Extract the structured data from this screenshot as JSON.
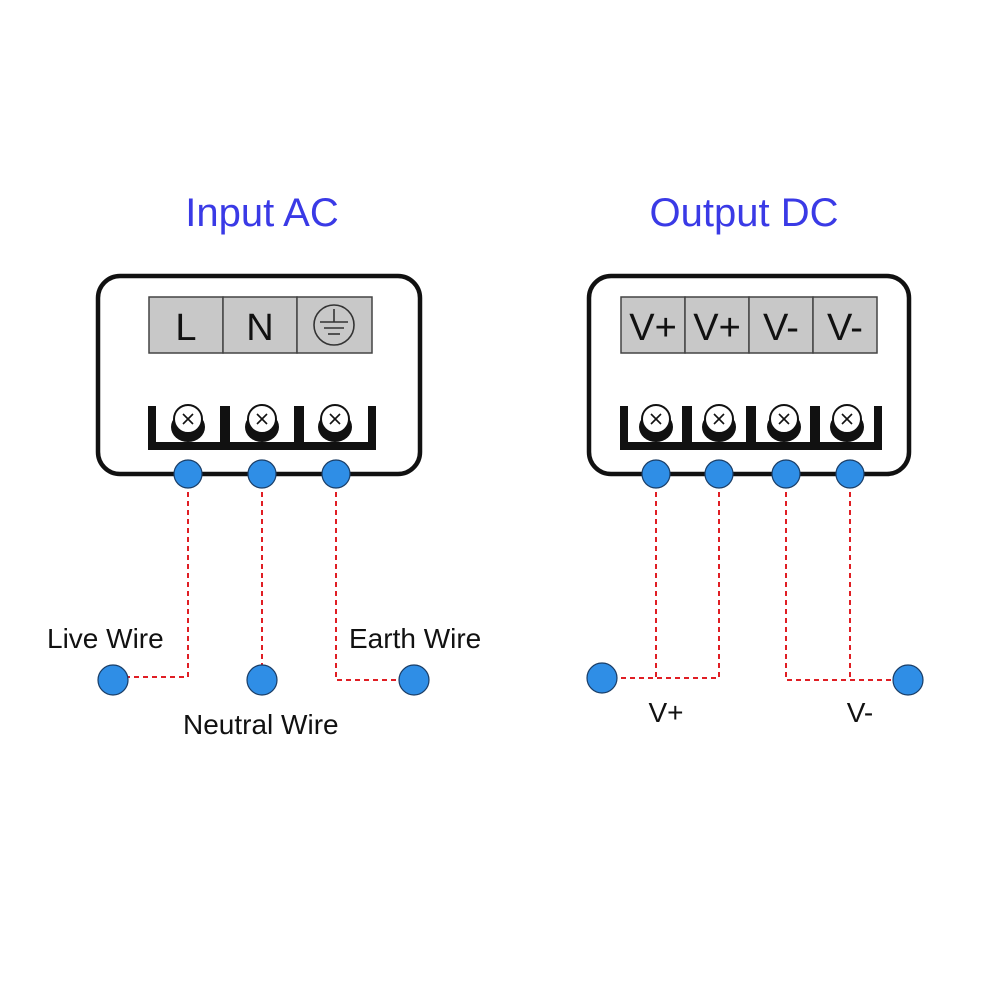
{
  "input": {
    "title": "Input AC",
    "terminals": [
      "L",
      "N",
      "earth-symbol-icon"
    ],
    "wires": {
      "live": "Live Wire",
      "neutral": "Neutral Wire",
      "earth": "Earth Wire"
    }
  },
  "output": {
    "title": "Output DC",
    "terminals": [
      "V+",
      "V+",
      "V-",
      "V-"
    ],
    "wires": {
      "positive": "V+",
      "negative": "V-"
    }
  },
  "colors": {
    "title": "#3a3ae6",
    "node": "#2f8ee6",
    "wire": "#e01e24",
    "terminal_fill": "#c8c8c8"
  }
}
